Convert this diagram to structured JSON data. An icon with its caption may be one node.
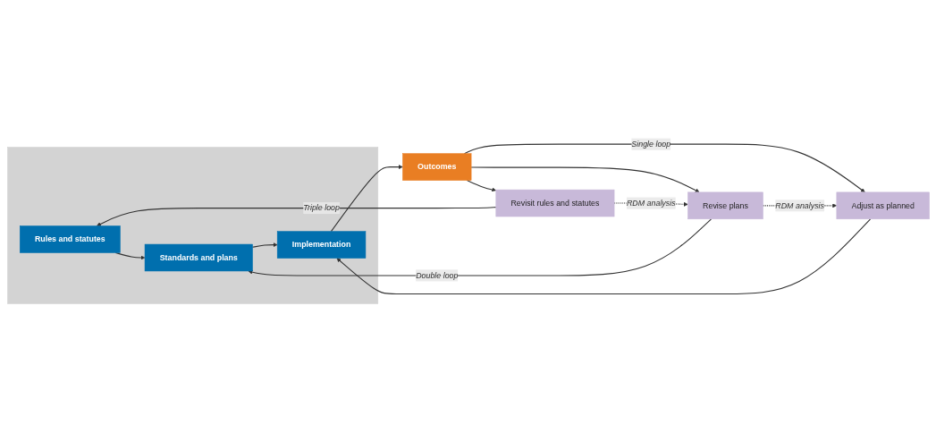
{
  "diagram": {
    "nodes": [
      {
        "text": [],
        "shape": "box"
      },
      {
        "text": [
          "Rules and statutes"
        ],
        "in": 0
      },
      {
        "text": [
          "Standards and plans"
        ],
        "in": 0
      },
      {
        "text": [
          "Implementation"
        ],
        "in": 0
      },
      {
        "text": [
          "Revisit rules and statutes"
        ]
      },
      {
        "text": [
          "Revise plans"
        ]
      },
      {
        "text": [
          "Adjust as planned"
        ]
      },
      {
        "text": [
          "Outcomes"
        ]
      }
    ],
    "edges": [
      {
        "from": 1,
        "to": 2,
        "arrow": "to"
      },
      {
        "from": 2,
        "to": 3,
        "arrow": "to"
      },
      {
        "from": 3,
        "to": 7,
        "arrow": "to"
      },
      {
        "from": 4,
        "to": 1,
        "arrow": "to",
        "label": "Triple loop"
      },
      {
        "from": 5,
        "to": 2,
        "arrow": "to",
        "label": "Double loop"
      },
      {
        "from": 6,
        "to": 3,
        "arrow": "to"
      },
      {
        "from": 7,
        "to": 4,
        "arrow": "to"
      },
      {
        "from": 7,
        "to": 5,
        "arrow": "to"
      },
      {
        "from": 7,
        "to": 6,
        "arrow": "to",
        "label": "Single loop"
      },
      {
        "from": 4,
        "to": 5,
        "arrow": "to",
        "label": "RDM analysis",
        "style": "dashed"
      },
      {
        "from": 5,
        "to": 6,
        "arrow": "to",
        "label": "RDM analysis",
        "style": "dashed"
      }
    ]
  }
}
